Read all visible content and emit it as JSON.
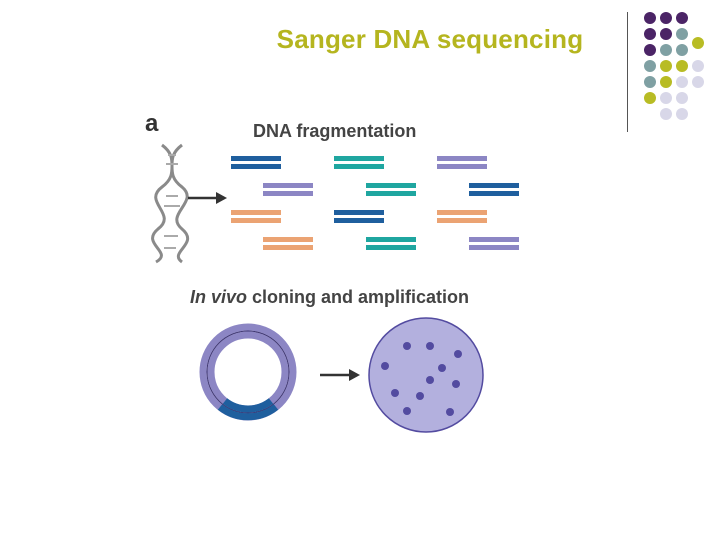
{
  "slide": {
    "title": "Sanger DNA sequencing"
  },
  "decor": {
    "dot_colors": [
      "#4b2466",
      "#7fa0a3",
      "#b8bc24",
      "#d8d7e8"
    ]
  },
  "figure": {
    "panel_label": "a",
    "step1_title": "DNA fragmentation",
    "step2_title_italic": "In vivo",
    "step2_title_rest": " cloning and amplification",
    "fragment_colors": {
      "blue": "#1f5f9e",
      "teal": "#1fa6a0",
      "purple": "#8c86c4",
      "orange": "#eba373"
    },
    "plasmid_color": "#8c86c4",
    "insert_color": "#1f5f9e",
    "colony_color": "#b3b0de",
    "colony_dot_color": "#534ba0"
  }
}
